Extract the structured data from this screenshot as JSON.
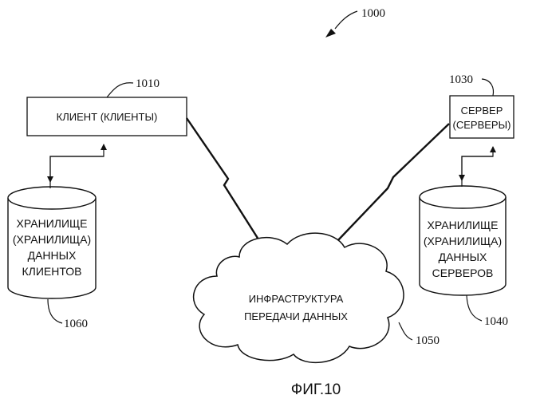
{
  "figure": {
    "ref_number": "1000",
    "caption": "ФИГ.10"
  },
  "client": {
    "ref": "1010",
    "label": "КЛИЕНТ (КЛИЕНТЫ)"
  },
  "server": {
    "ref": "1030",
    "label_line1": "СЕРВЕР",
    "label_line2": "(СЕРВЕРЫ)"
  },
  "client_store": {
    "ref": "1060",
    "lines": [
      "ХРАНИЛИЩЕ",
      "(ХРАНИЛИЩА)",
      "ДАННЫХ",
      "КЛИЕНТОВ"
    ]
  },
  "server_store": {
    "ref": "1040",
    "lines": [
      "ХРАНИЛИЩЕ",
      "(ХРАНИЛИЩА)",
      "ДАННЫХ",
      "СЕРВЕРОВ"
    ]
  },
  "network": {
    "ref": "1050",
    "line1": "ИНФРАСТРУКТУРА",
    "line2": "ПЕРЕДАЧИ ДАННЫХ"
  }
}
